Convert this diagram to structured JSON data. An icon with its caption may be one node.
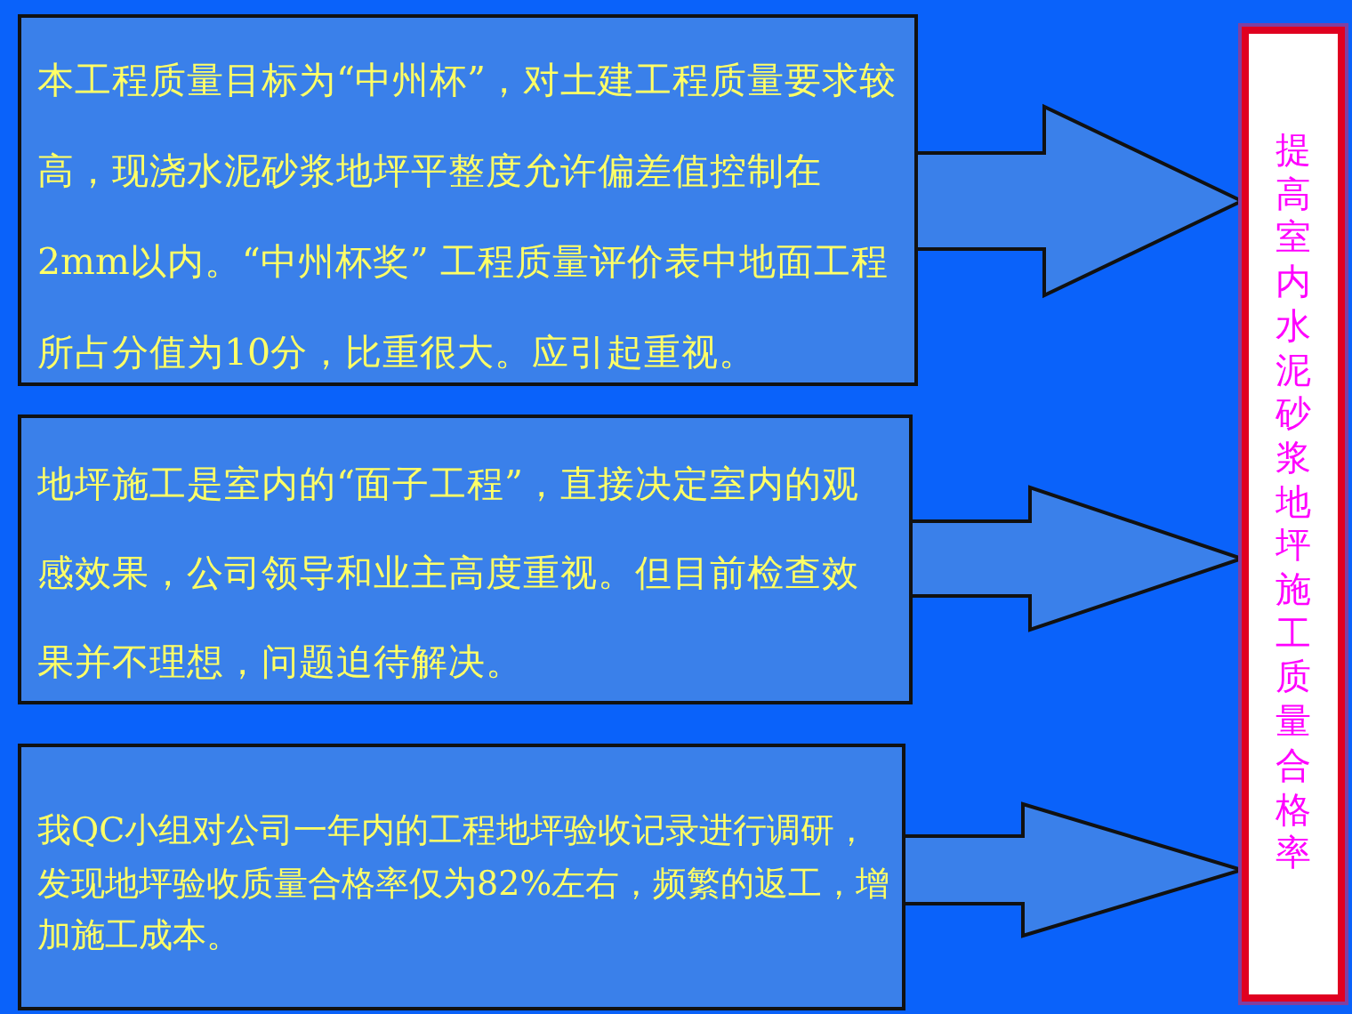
{
  "diagram": {
    "nodes": [
      {
        "text": [
          "本工程质量目标为“中州杯”，对土建工程质量要求较高，现浇水泥砂浆地坪平整度允许偏差值控制在2mm以内。“中州杯奖” 工程质量评价表中地面工程所占分值为10分，比重很大。应引起重视。"
        ]
      },
      {
        "text": [
          "地坪施工是室内的“面子工程”，直接决定室内的观感效果，公司领导和业主高度重视。但目前检查效果并不理想，问题迫待解决。"
        ]
      },
      {
        "text": [
          "我QC小组对公司一年内的工程地坪验收记录进行调研，发现地坪验收质量合格率仅为82%左右，频繁的返工，增加施工成本。"
        ]
      },
      {
        "text": [
          "提高室内水泥砂浆地坪施工质量合格率"
        ]
      }
    ],
    "edges": [
      {
        "from": 0,
        "to": 3,
        "arrow": "to"
      },
      {
        "from": 1,
        "to": 3,
        "arrow": "to"
      },
      {
        "from": 2,
        "to": 3,
        "arrow": "to"
      }
    ]
  }
}
